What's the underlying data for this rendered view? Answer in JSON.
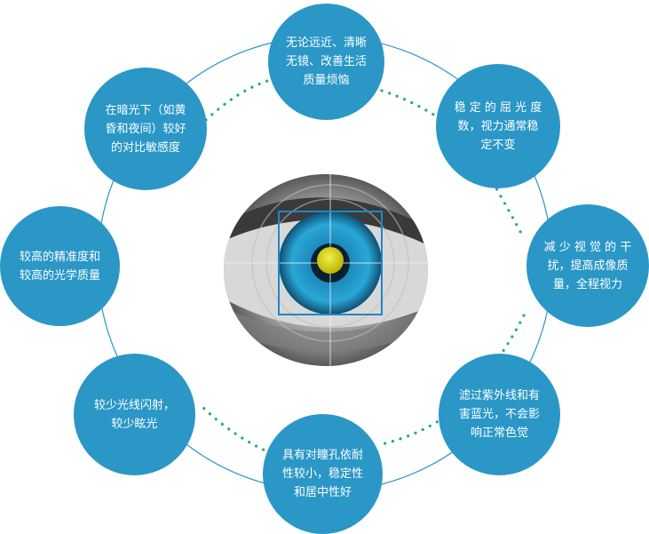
{
  "colors": {
    "node_fill": "#2a97c7",
    "node_text": "#ffffff",
    "ring": "#2a97c7",
    "dots": "#2aa882",
    "iris": "#1e8fbf",
    "reticle": "#1e88c8",
    "pupil_target": "#d9d300"
  },
  "center": {
    "icon": "eye-with-targeting-reticle"
  },
  "benefits": [
    {
      "text": "无论远近、清晰\n无镜、改善生活\n质量烦恼"
    },
    {
      "text": "稳 定 的 屈 光 度\n数，视力通常稳\n定不变"
    },
    {
      "text": "减 少 视 觉 的 干\n扰，提高成像质\n量，全程视力"
    },
    {
      "text": "滤过紫外线和有\n害蓝光，不会影\n响正常色觉"
    },
    {
      "text": "具有对瞳孔依耐\n性较小，稳定性\n和居中性好"
    },
    {
      "text": "较少光线闪射，\n较少眩光"
    },
    {
      "text": "较高的精准度和\n较高的光学质量"
    },
    {
      "text": "在暗光下（如黄\n昏和夜间）较好\n的对比敏感度"
    }
  ]
}
